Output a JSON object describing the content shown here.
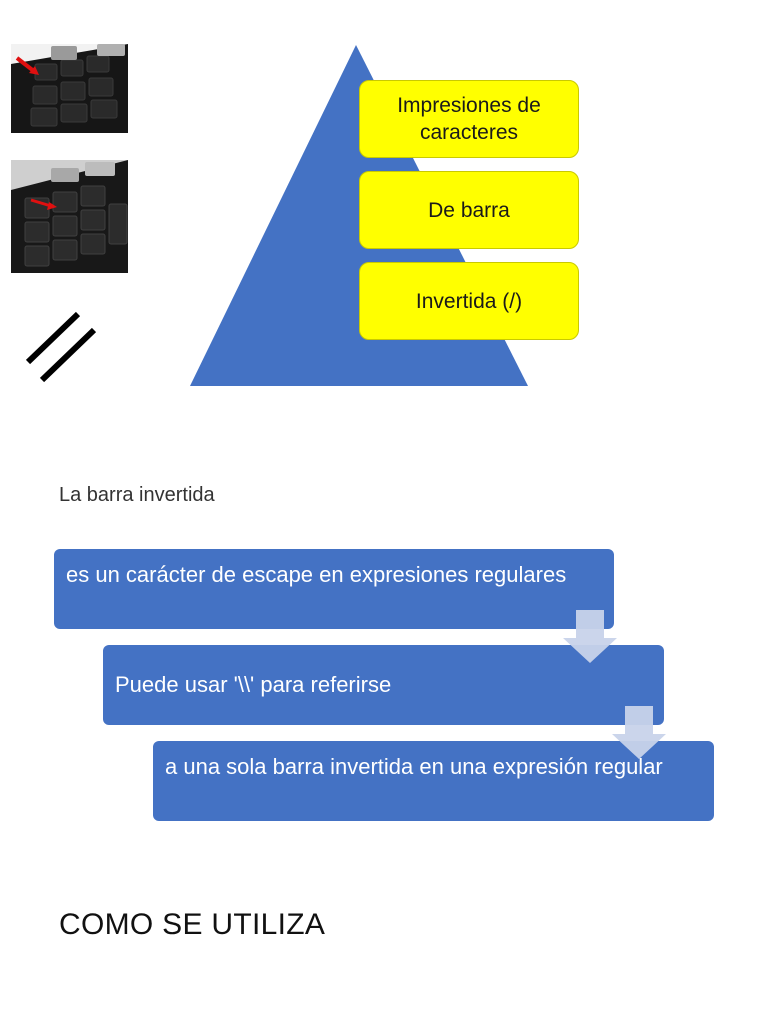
{
  "pyramid": {
    "items": [
      {
        "label": "Impresiones de caracteres"
      },
      {
        "label": "De barra"
      },
      {
        "label": "Invertida (/)"
      }
    ],
    "colors": {
      "triangle": "#4472c4",
      "box": "#ffff00"
    }
  },
  "slash_symbol": "//",
  "caption": "La barra invertida",
  "flow": {
    "steps": [
      {
        "text": "es un carácter de escape en expresiones regulares"
      },
      {
        "text": "Puede usar '\\\\' para referirse"
      },
      {
        "text": "a una sola barra invertida en una expresión regular"
      }
    ],
    "color": "#4472c4"
  },
  "heading": "COMO SE UTILIZA",
  "images": [
    {
      "icon": "keyboard-photo"
    },
    {
      "icon": "keyboard-photo"
    }
  ]
}
